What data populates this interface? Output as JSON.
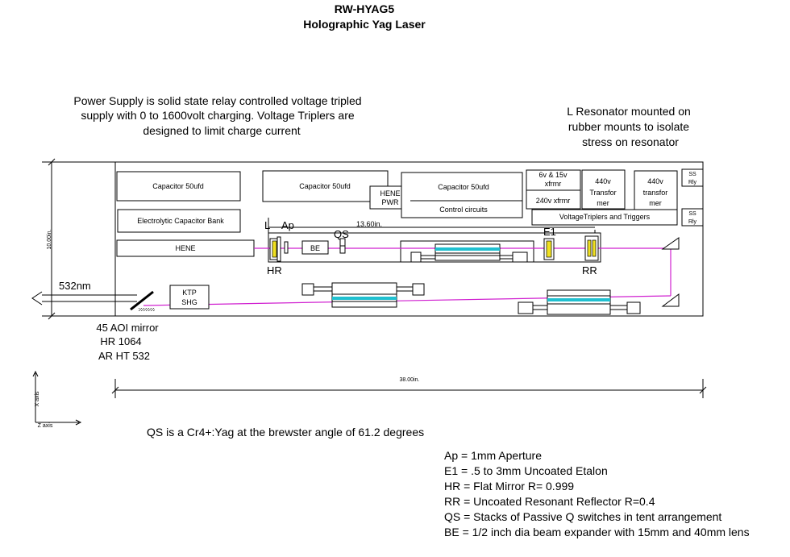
{
  "title": {
    "line1": "RW-HYAG5",
    "line2": "Holographic Yag Laser"
  },
  "notes": {
    "power_supply": [
      "Power Supply is solid state relay controlled voltage tripled",
      "supply with 0 to 1600volt charging. Voltage Triplers are",
      "designed to limit charge current"
    ],
    "resonator": [
      "L Resonator mounted on",
      "rubber mounts to isolate",
      "stress on resonator"
    ],
    "qs_note": "QS is a Cr4+:Yag  at the brewster angle of 61.2 degrees"
  },
  "components": {
    "cap1": "Capacitor 50ufd",
    "cap2": "Capacitor 50ufd",
    "cap3": "Capacitor 50ufd",
    "electrolytic": "Electrolytic Capacitor Bank",
    "hene": "HENE",
    "hene_pwr": [
      "HENE",
      "PWR"
    ],
    "control": "Control circuits",
    "xfrmr_6v": [
      "6v & 15v",
      "xfrmr"
    ],
    "xfrmr_240v": "240v xfrmr",
    "transformer1": [
      "440v",
      "Transfor",
      "mer"
    ],
    "transformer2": [
      "440v",
      "transfor",
      "mer"
    ],
    "ss_rly1": [
      "SS",
      "Rly"
    ],
    "ss_rly2": [
      "SS",
      "Rly"
    ],
    "triplers": "VoltageTriplers and Triggers",
    "be": "BE",
    "ktp": [
      "KTP",
      "SHG"
    ]
  },
  "labels": {
    "L": "L",
    "Ap": "Ap",
    "QS": "QS",
    "E1": "E1",
    "HR": "HR",
    "RR": "RR",
    "output": "532nm",
    "mirror": [
      "45 AOI mirror",
      "HR 1064",
      "AR HT 532"
    ]
  },
  "dimensions": {
    "height": "10.00in.",
    "length": "38.00in.",
    "resonator": "13.60in."
  },
  "axes": {
    "x": "X axis",
    "z": "Z axis"
  },
  "legend": [
    "Ap = 1mm Aperture",
    "E1 = .5 to 3mm Uncoated Etalon",
    "HR = Flat Mirror  R= 0.999",
    "RR = Uncoated Resonant Reflector R=0.4",
    "QS = Stacks of Passive Q switches in tent arrangement",
    "BE = 1/2 inch dia beam expander with 15mm and 40mm lens"
  ],
  "colors": {
    "beam": "#d020d0",
    "crystal": "#20c0d0",
    "optic": "#f0e020"
  }
}
